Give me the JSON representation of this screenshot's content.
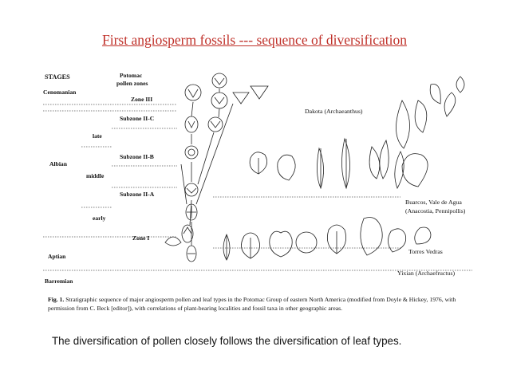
{
  "slide": {
    "title": "First angiosperm fossils --- sequence of diversification",
    "footer": "The diversification of pollen closely follows the diversification of leaf types."
  },
  "figure": {
    "header_stages": "STAGES",
    "header_zones_1": "Potomac",
    "header_zones_2": "pollen zones",
    "stages": {
      "cenomanian": "Cenomanian",
      "late": "late",
      "albian": "Albian",
      "middle": "middle",
      "early": "early",
      "aptian": "Aptian",
      "barremian": "Barremian"
    },
    "zones": {
      "zone3": "Zone III",
      "subzone2c": "Subzone II-C",
      "subzone2b": "Subzone II-B",
      "subzone2a": "Subzone II-A",
      "zone1": "Zone I"
    },
    "localities": {
      "dakota": "Dakota (Archaeanthus)",
      "buarcos": "Buarcos, Vale de Agua",
      "buarcos_taxa": "(Anacostia, Pennipollis)",
      "torres": "Torres Vedras",
      "yixian": "Yixian (Archaefructus)"
    },
    "caption": {
      "label": "Fig. 1.",
      "text": " Stratigraphic sequence of major angiosperm pollen and leaf types in the Potomac Group of eastern North America (modified from Doyle & Hickey, 1976, with permission from C. Beck [editor]), with correlations of plant-bearing localities and fossil taxa in other geographic areas."
    }
  }
}
